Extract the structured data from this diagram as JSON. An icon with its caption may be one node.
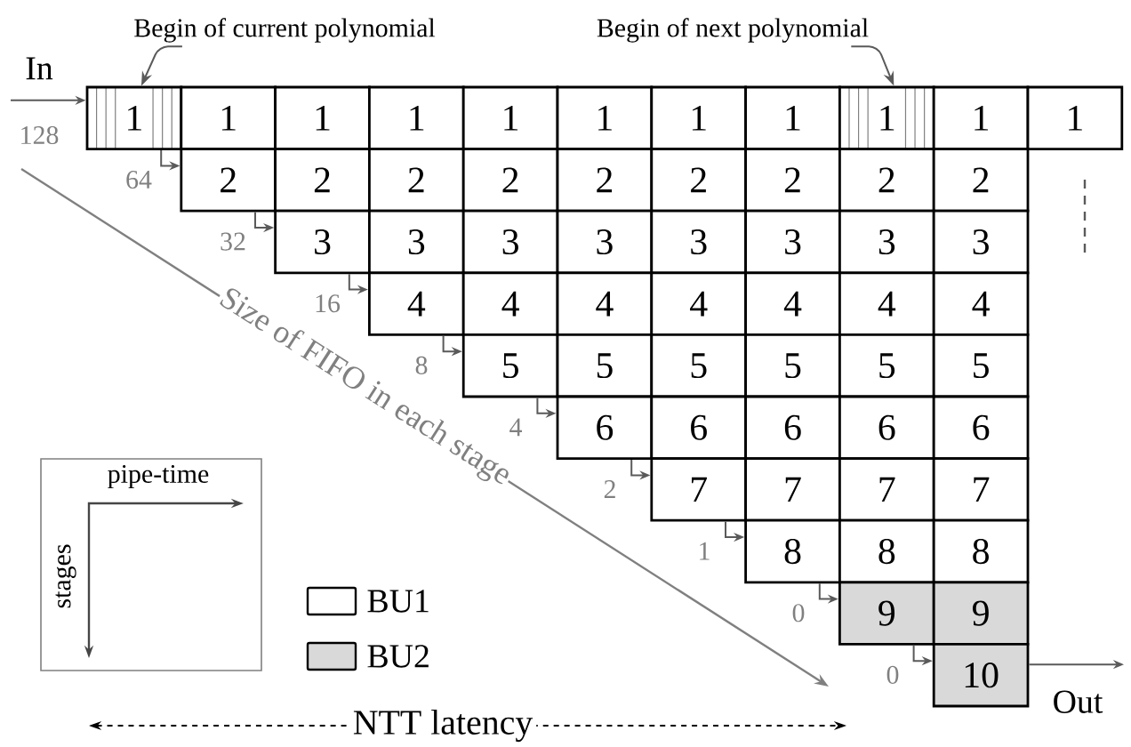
{
  "diagram": {
    "nodes": [
      {
        "text": [
          "Begin of current polynomial"
        ]
      },
      {
        "text": [
          "Begin of next polynomial"
        ]
      },
      {
        "text": [
          "1"
        ]
      },
      {
        "text": [
          "1"
        ]
      },
      {
        "text": [
          "1"
        ]
      },
      {
        "text": [
          "1"
        ]
      },
      {
        "text": [
          "1"
        ]
      },
      {
        "text": [
          "1"
        ]
      },
      {
        "text": [
          "1"
        ]
      },
      {
        "text": [
          "1"
        ]
      },
      {
        "text": [
          "1"
        ]
      },
      {
        "text": [
          "1"
        ]
      },
      {
        "text": [
          "1"
        ]
      },
      {
        "text": [
          "2"
        ]
      },
      {
        "text": [
          "2"
        ]
      },
      {
        "text": [
          "2"
        ]
      },
      {
        "text": [
          "2"
        ]
      },
      {
        "text": [
          "2"
        ]
      },
      {
        "text": [
          "2"
        ]
      },
      {
        "text": [
          "2"
        ]
      },
      {
        "text": [
          "2"
        ]
      },
      {
        "text": [
          "2"
        ]
      },
      {
        "text": [
          "3"
        ]
      },
      {
        "text": [
          "3"
        ]
      },
      {
        "text": [
          "3"
        ]
      },
      {
        "text": [
          "3"
        ]
      },
      {
        "text": [
          "3"
        ]
      },
      {
        "text": [
          "3"
        ]
      },
      {
        "text": [
          "3"
        ]
      },
      {
        "text": [
          "3"
        ]
      },
      {
        "text": [
          "4"
        ]
      },
      {
        "text": [
          "4"
        ]
      },
      {
        "text": [
          "4"
        ]
      },
      {
        "text": [
          "4"
        ]
      },
      {
        "text": [
          "4"
        ]
      },
      {
        "text": [
          "4"
        ]
      },
      {
        "text": [
          "4"
        ]
      },
      {
        "text": [
          "5"
        ]
      },
      {
        "text": [
          "5"
        ]
      },
      {
        "text": [
          "5"
        ]
      },
      {
        "text": [
          "5"
        ]
      },
      {
        "text": [
          "5"
        ]
      },
      {
        "text": [
          "5"
        ]
      },
      {
        "text": [
          "6"
        ]
      },
      {
        "text": [
          "6"
        ]
      },
      {
        "text": [
          "6"
        ]
      },
      {
        "text": [
          "6"
        ]
      },
      {
        "text": [
          "6"
        ]
      },
      {
        "text": [
          "7"
        ]
      },
      {
        "text": [
          "7"
        ]
      },
      {
        "text": [
          "7"
        ]
      },
      {
        "text": [
          "7"
        ]
      },
      {
        "text": [
          "8"
        ]
      },
      {
        "text": [
          "8"
        ]
      },
      {
        "text": [
          "8"
        ]
      },
      {
        "text": [
          "9"
        ]
      },
      {
        "text": [
          "9"
        ]
      },
      {
        "text": [
          "10"
        ]
      },
      {
        "text": [
          "pipe-time",
          "stages"
        ]
      }
    ],
    "edges": [
      {
        "from": null,
        "to": 2,
        "arrow": "to",
        "label": "In"
      },
      {
        "from": 0,
        "to": 2,
        "arrow": "to"
      },
      {
        "from": 1,
        "to": 10,
        "arrow": "to"
      },
      {
        "from": 2,
        "to": 13,
        "arrow": "to"
      },
      {
        "from": 13,
        "to": 22,
        "arrow": "to"
      },
      {
        "from": 22,
        "to": 30,
        "arrow": "to"
      },
      {
        "from": 30,
        "to": 37,
        "arrow": "to"
      },
      {
        "from": 37,
        "to": 43,
        "arrow": "to"
      },
      {
        "from": 43,
        "to": 48,
        "arrow": "to"
      },
      {
        "from": 48,
        "to": 52,
        "arrow": "to"
      },
      {
        "from": 52,
        "to": 55,
        "arrow": "to"
      },
      {
        "from": 55,
        "to": 57,
        "arrow": "to"
      },
      {
        "from": 57,
        "to": null,
        "arrow": "to",
        "label": "Out"
      }
    ],
    "labels": [
      "128",
      "64",
      "32",
      "16",
      "8",
      "4",
      "2",
      "1",
      "0",
      "0",
      "Size of FIFO in each stage",
      "NTT latency"
    ],
    "legend": [
      {
        "text": "BU1"
      },
      {
        "text": "BU2",
        "color": "#d9d9d9"
      }
    ]
  }
}
